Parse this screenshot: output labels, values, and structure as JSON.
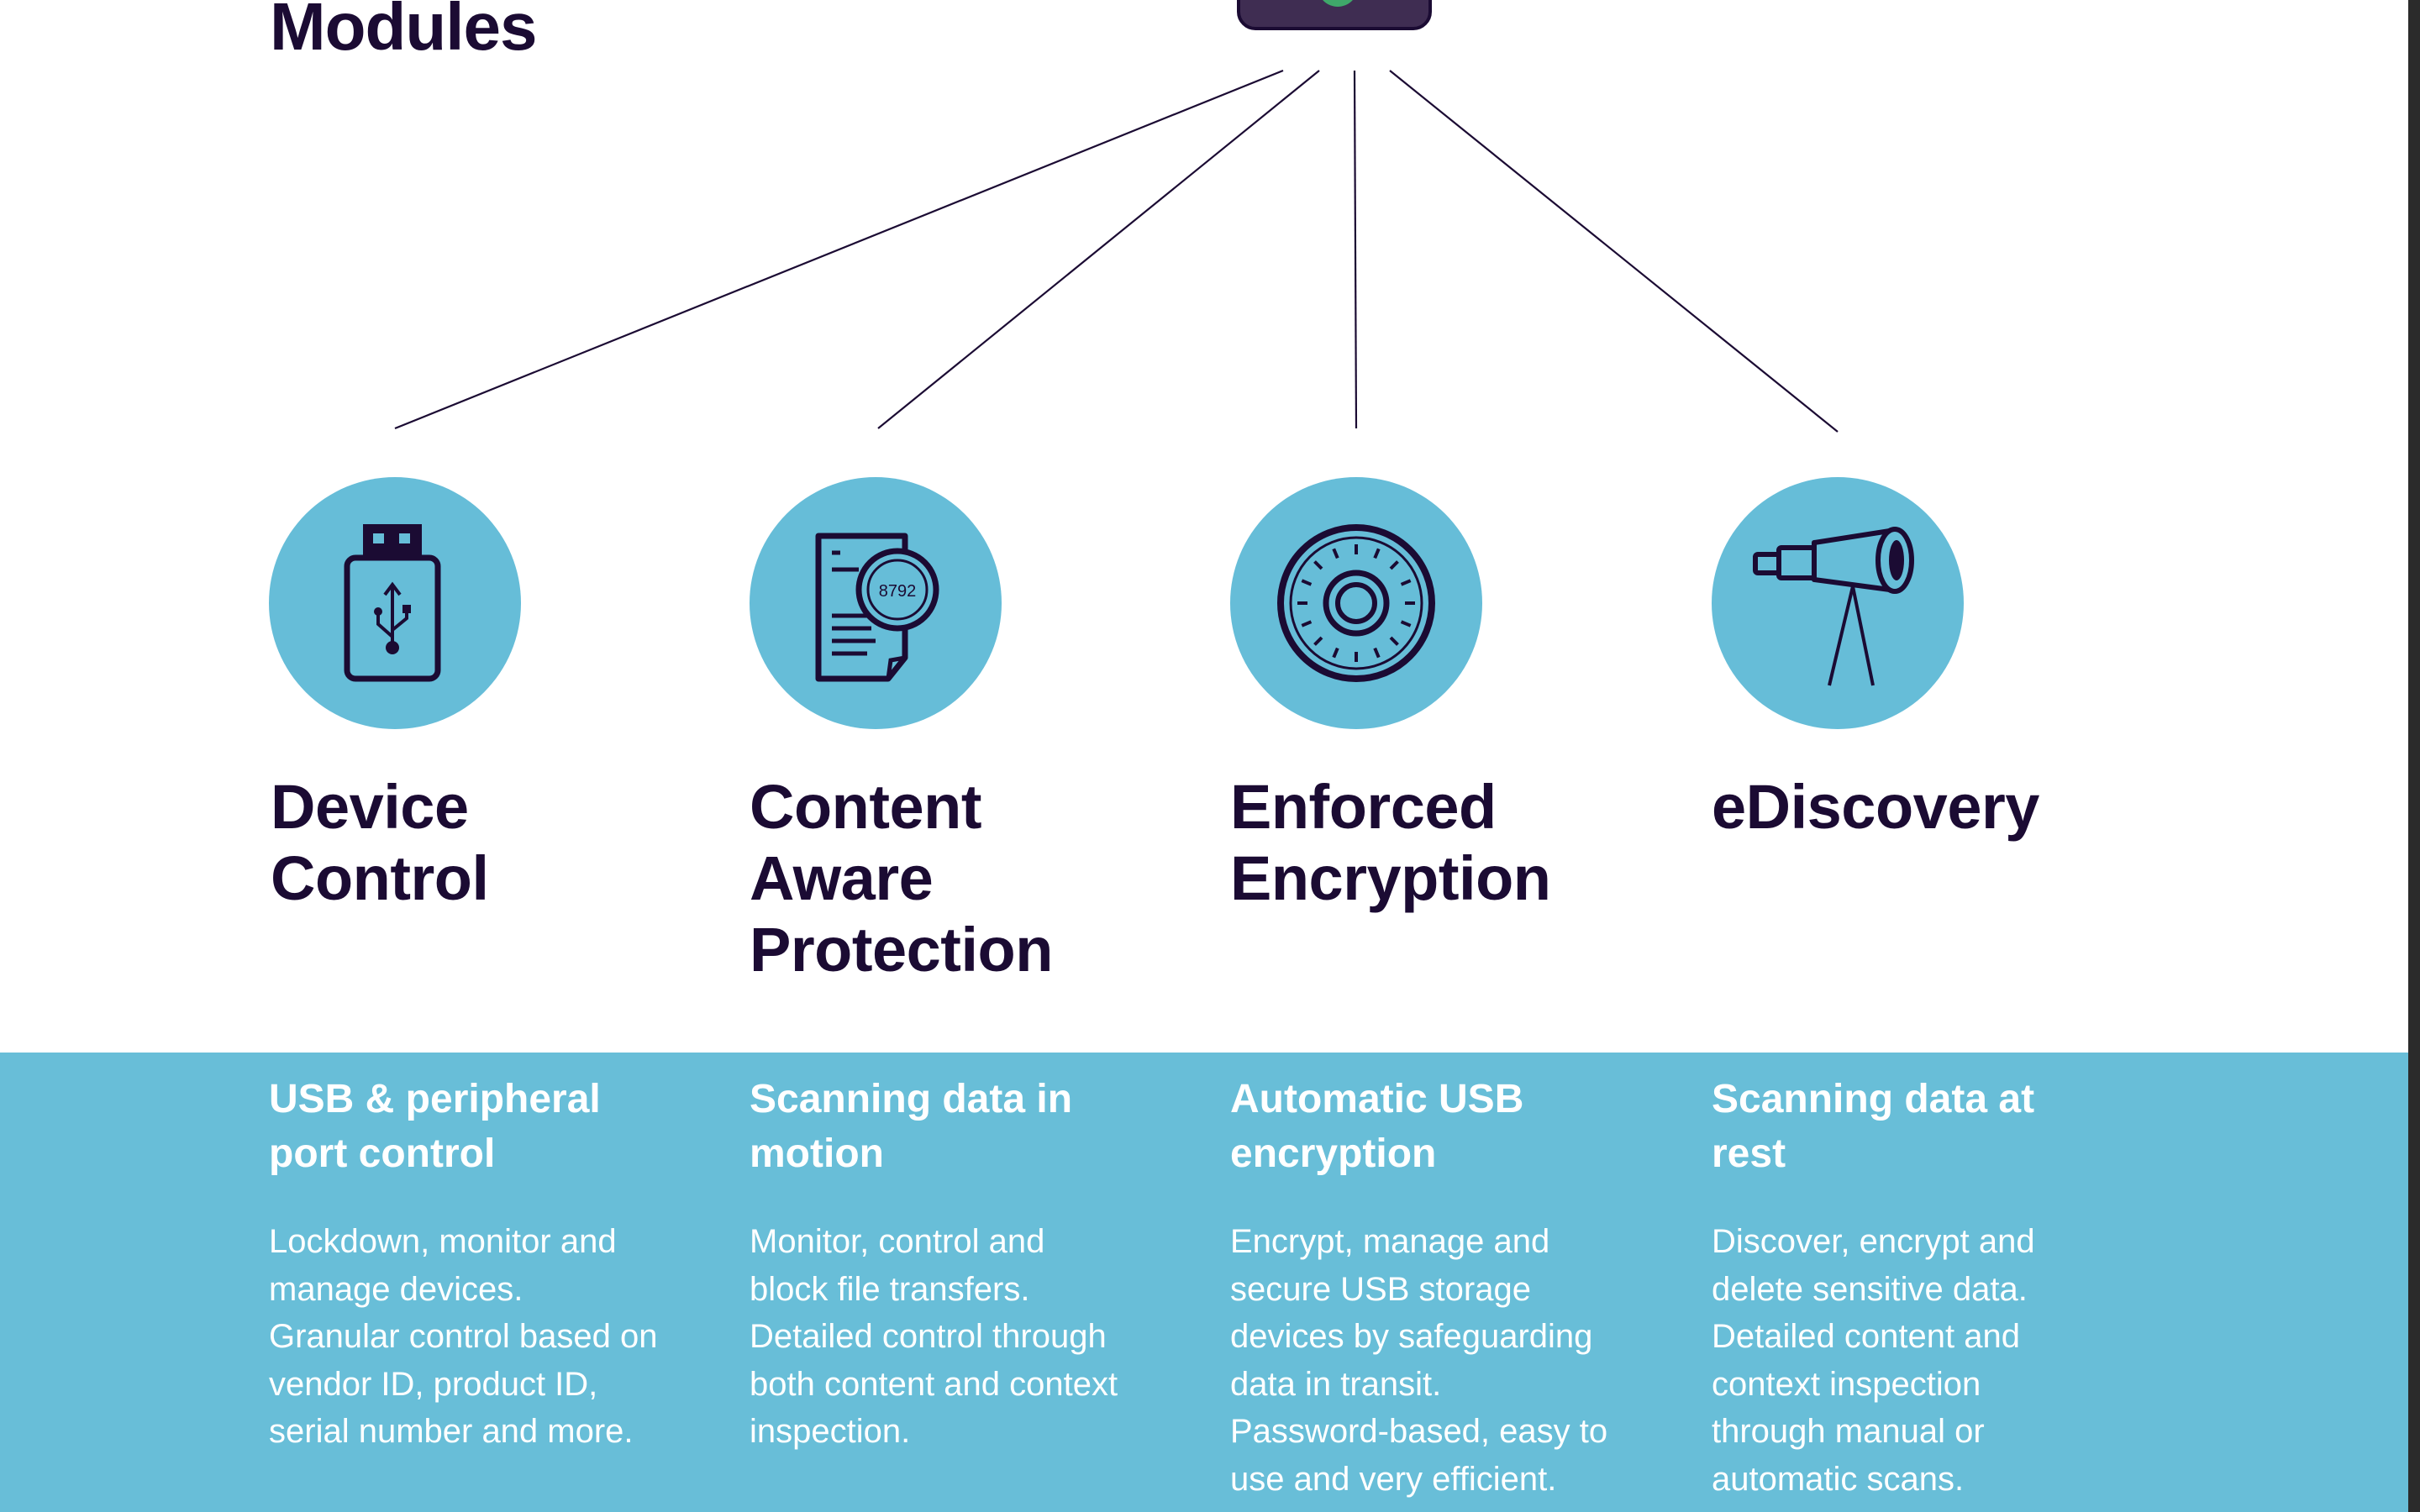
{
  "section_title": [
    "Modules"
  ],
  "colors": {
    "navy": "#1b0b33",
    "circle": "#66bdd8",
    "band": "#68bed8",
    "hub": "#3f2d52",
    "hub_dot": "#3fa86a"
  },
  "modules": [
    {
      "icon": "usb-drive-icon",
      "title": [
        "Device",
        "Control"
      ],
      "heading": [
        "USB & peripheral",
        "port control"
      ],
      "description": [
        "Lockdown, monitor and",
        "manage devices.",
        "Granular control based on",
        "vendor ID, product ID,",
        "serial number and more."
      ]
    },
    {
      "icon": "document-scan-icon",
      "icon_text": "8792",
      "title": [
        "Content",
        "Aware",
        "Protection"
      ],
      "heading": [
        "Scanning data in",
        "motion"
      ],
      "description": [
        "Monitor, control and",
        "block file transfers.",
        "Detailed control through",
        "both content and context",
        "inspection."
      ]
    },
    {
      "icon": "vault-dial-icon",
      "title": [
        "Enforced",
        "Encryption"
      ],
      "heading": [
        "Automatic USB",
        "encryption"
      ],
      "description": [
        "Encrypt, manage and",
        "secure USB storage",
        "devices by safeguarding",
        "data in transit.",
        "Password-based, easy to",
        "use and very efficient."
      ]
    },
    {
      "icon": "telescope-icon",
      "title": [
        "eDiscovery"
      ],
      "heading": [
        "Scanning data at",
        "rest"
      ],
      "description": [
        "Discover, encrypt and",
        "delete sensitive data.",
        "Detailed content and",
        "context inspection",
        "through manual or",
        "automatic scans."
      ]
    }
  ]
}
